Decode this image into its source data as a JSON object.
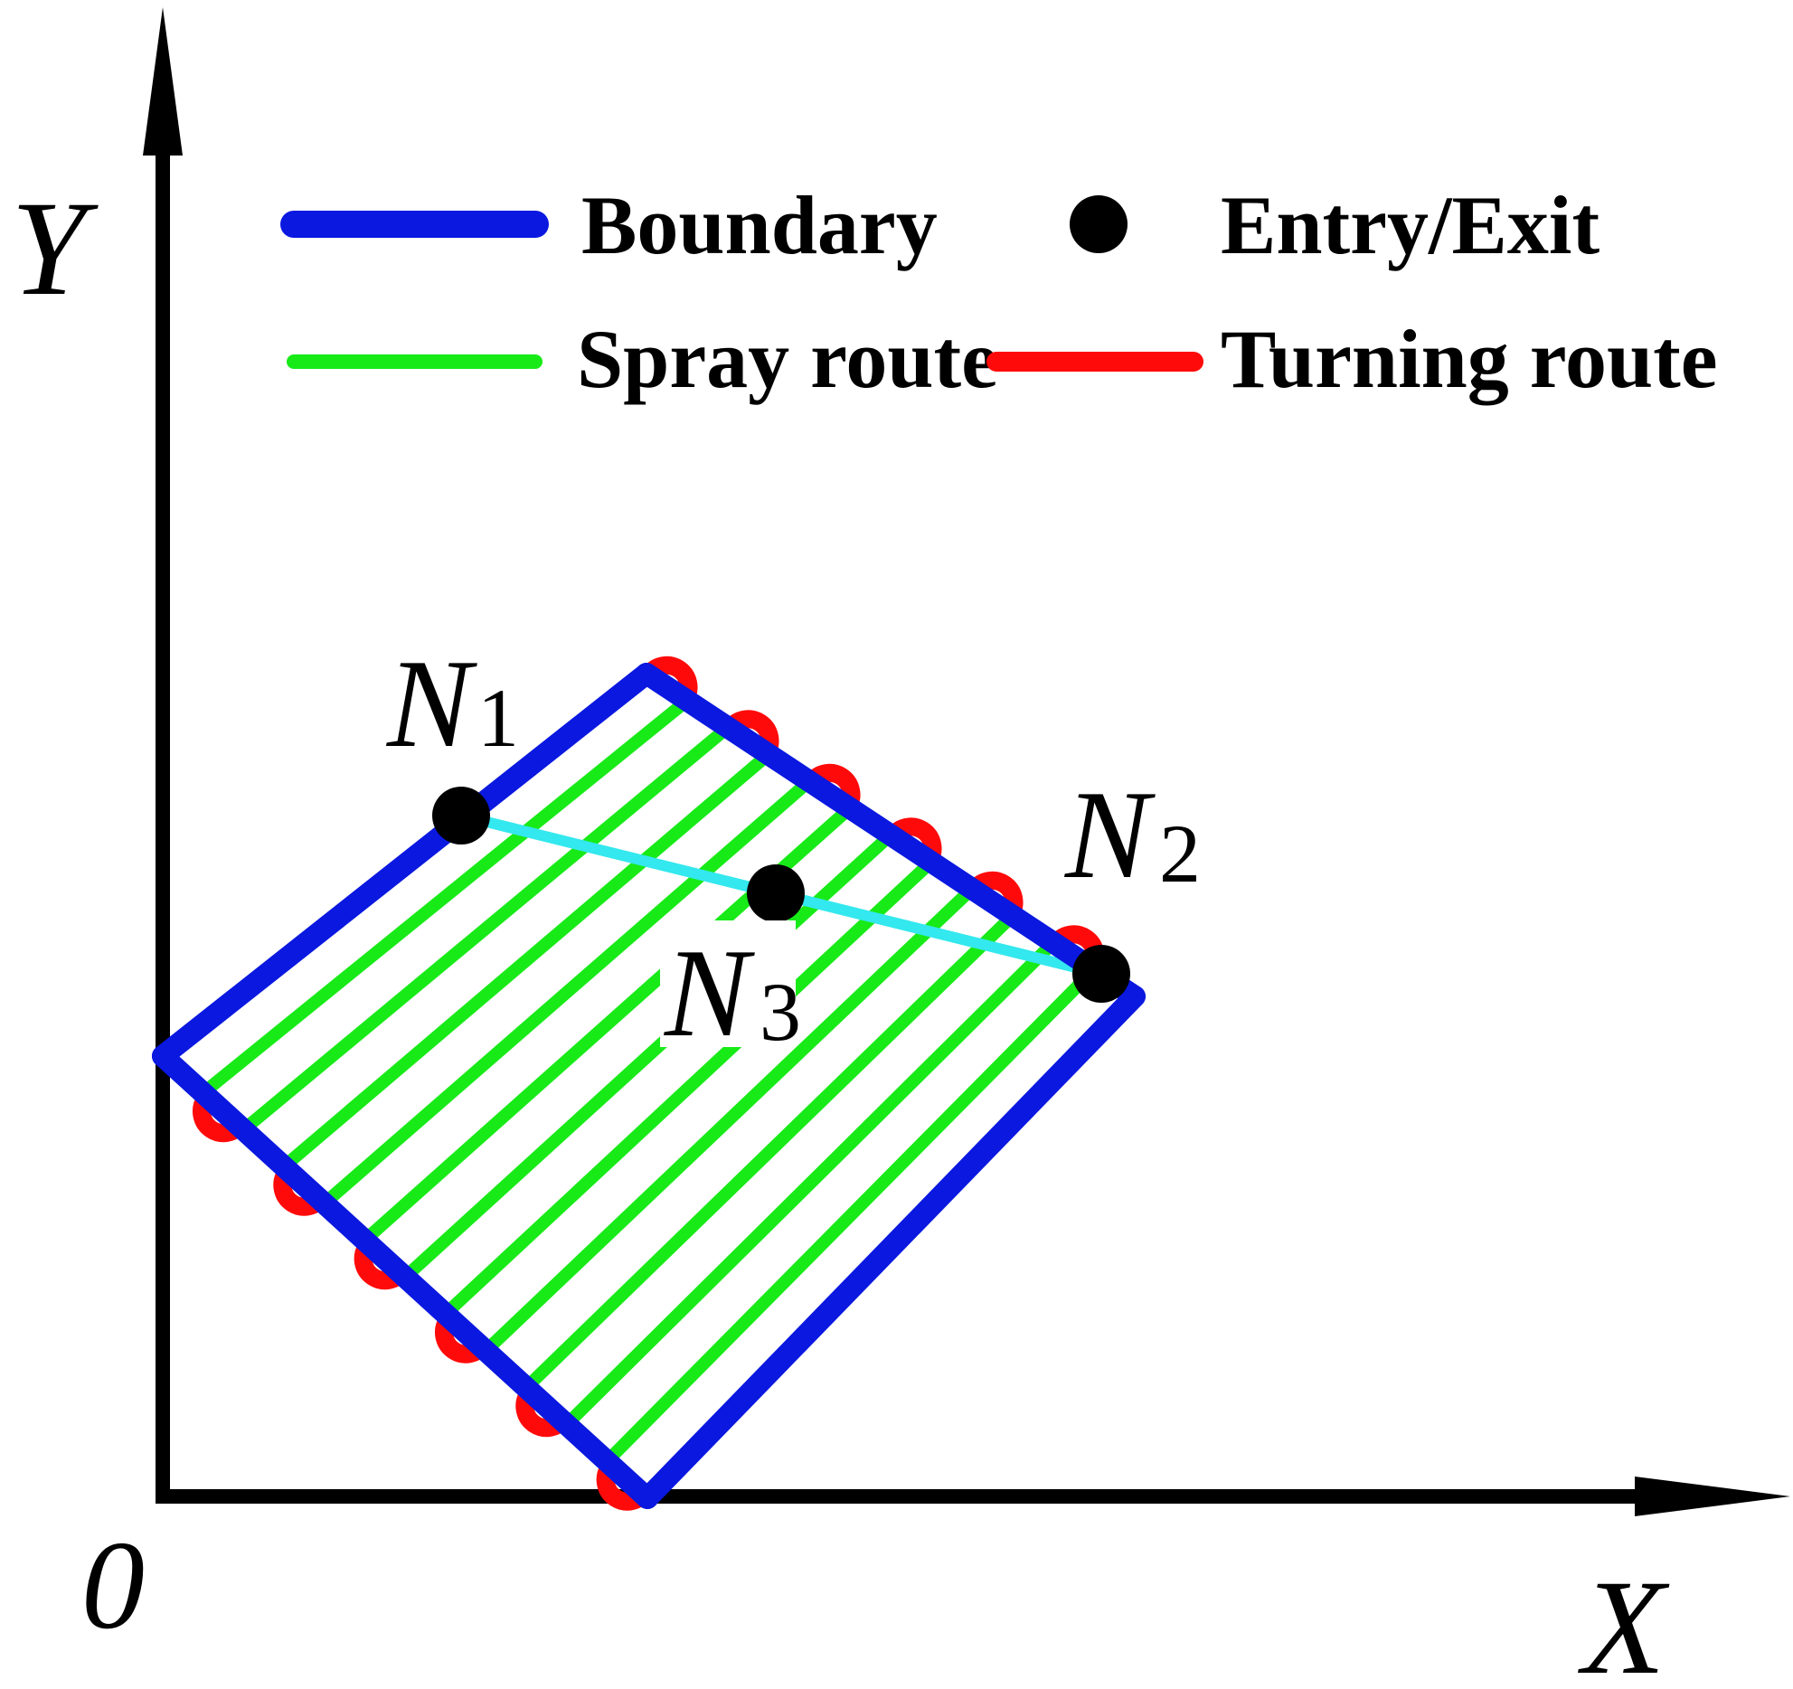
{
  "axes": {
    "x_label": "X",
    "y_label": "Y",
    "origin_label": "0"
  },
  "legend": {
    "boundary": "Boundary",
    "entry_exit": "Entry/Exit",
    "spray_route": "Spray route",
    "turning_route": "Turning route"
  },
  "nodes": [
    {
      "id": "n1",
      "main": "N",
      "sub": "1"
    },
    {
      "id": "n2",
      "main": "N",
      "sub": "2"
    },
    {
      "id": "n3",
      "main": "N",
      "sub": "3"
    }
  ],
  "colors": {
    "boundary": "#0a18e0",
    "spray": "#18ea18",
    "turning": "#ff0a0a",
    "connector": "#33e8ee",
    "node": "#000000",
    "axis": "#000000"
  }
}
